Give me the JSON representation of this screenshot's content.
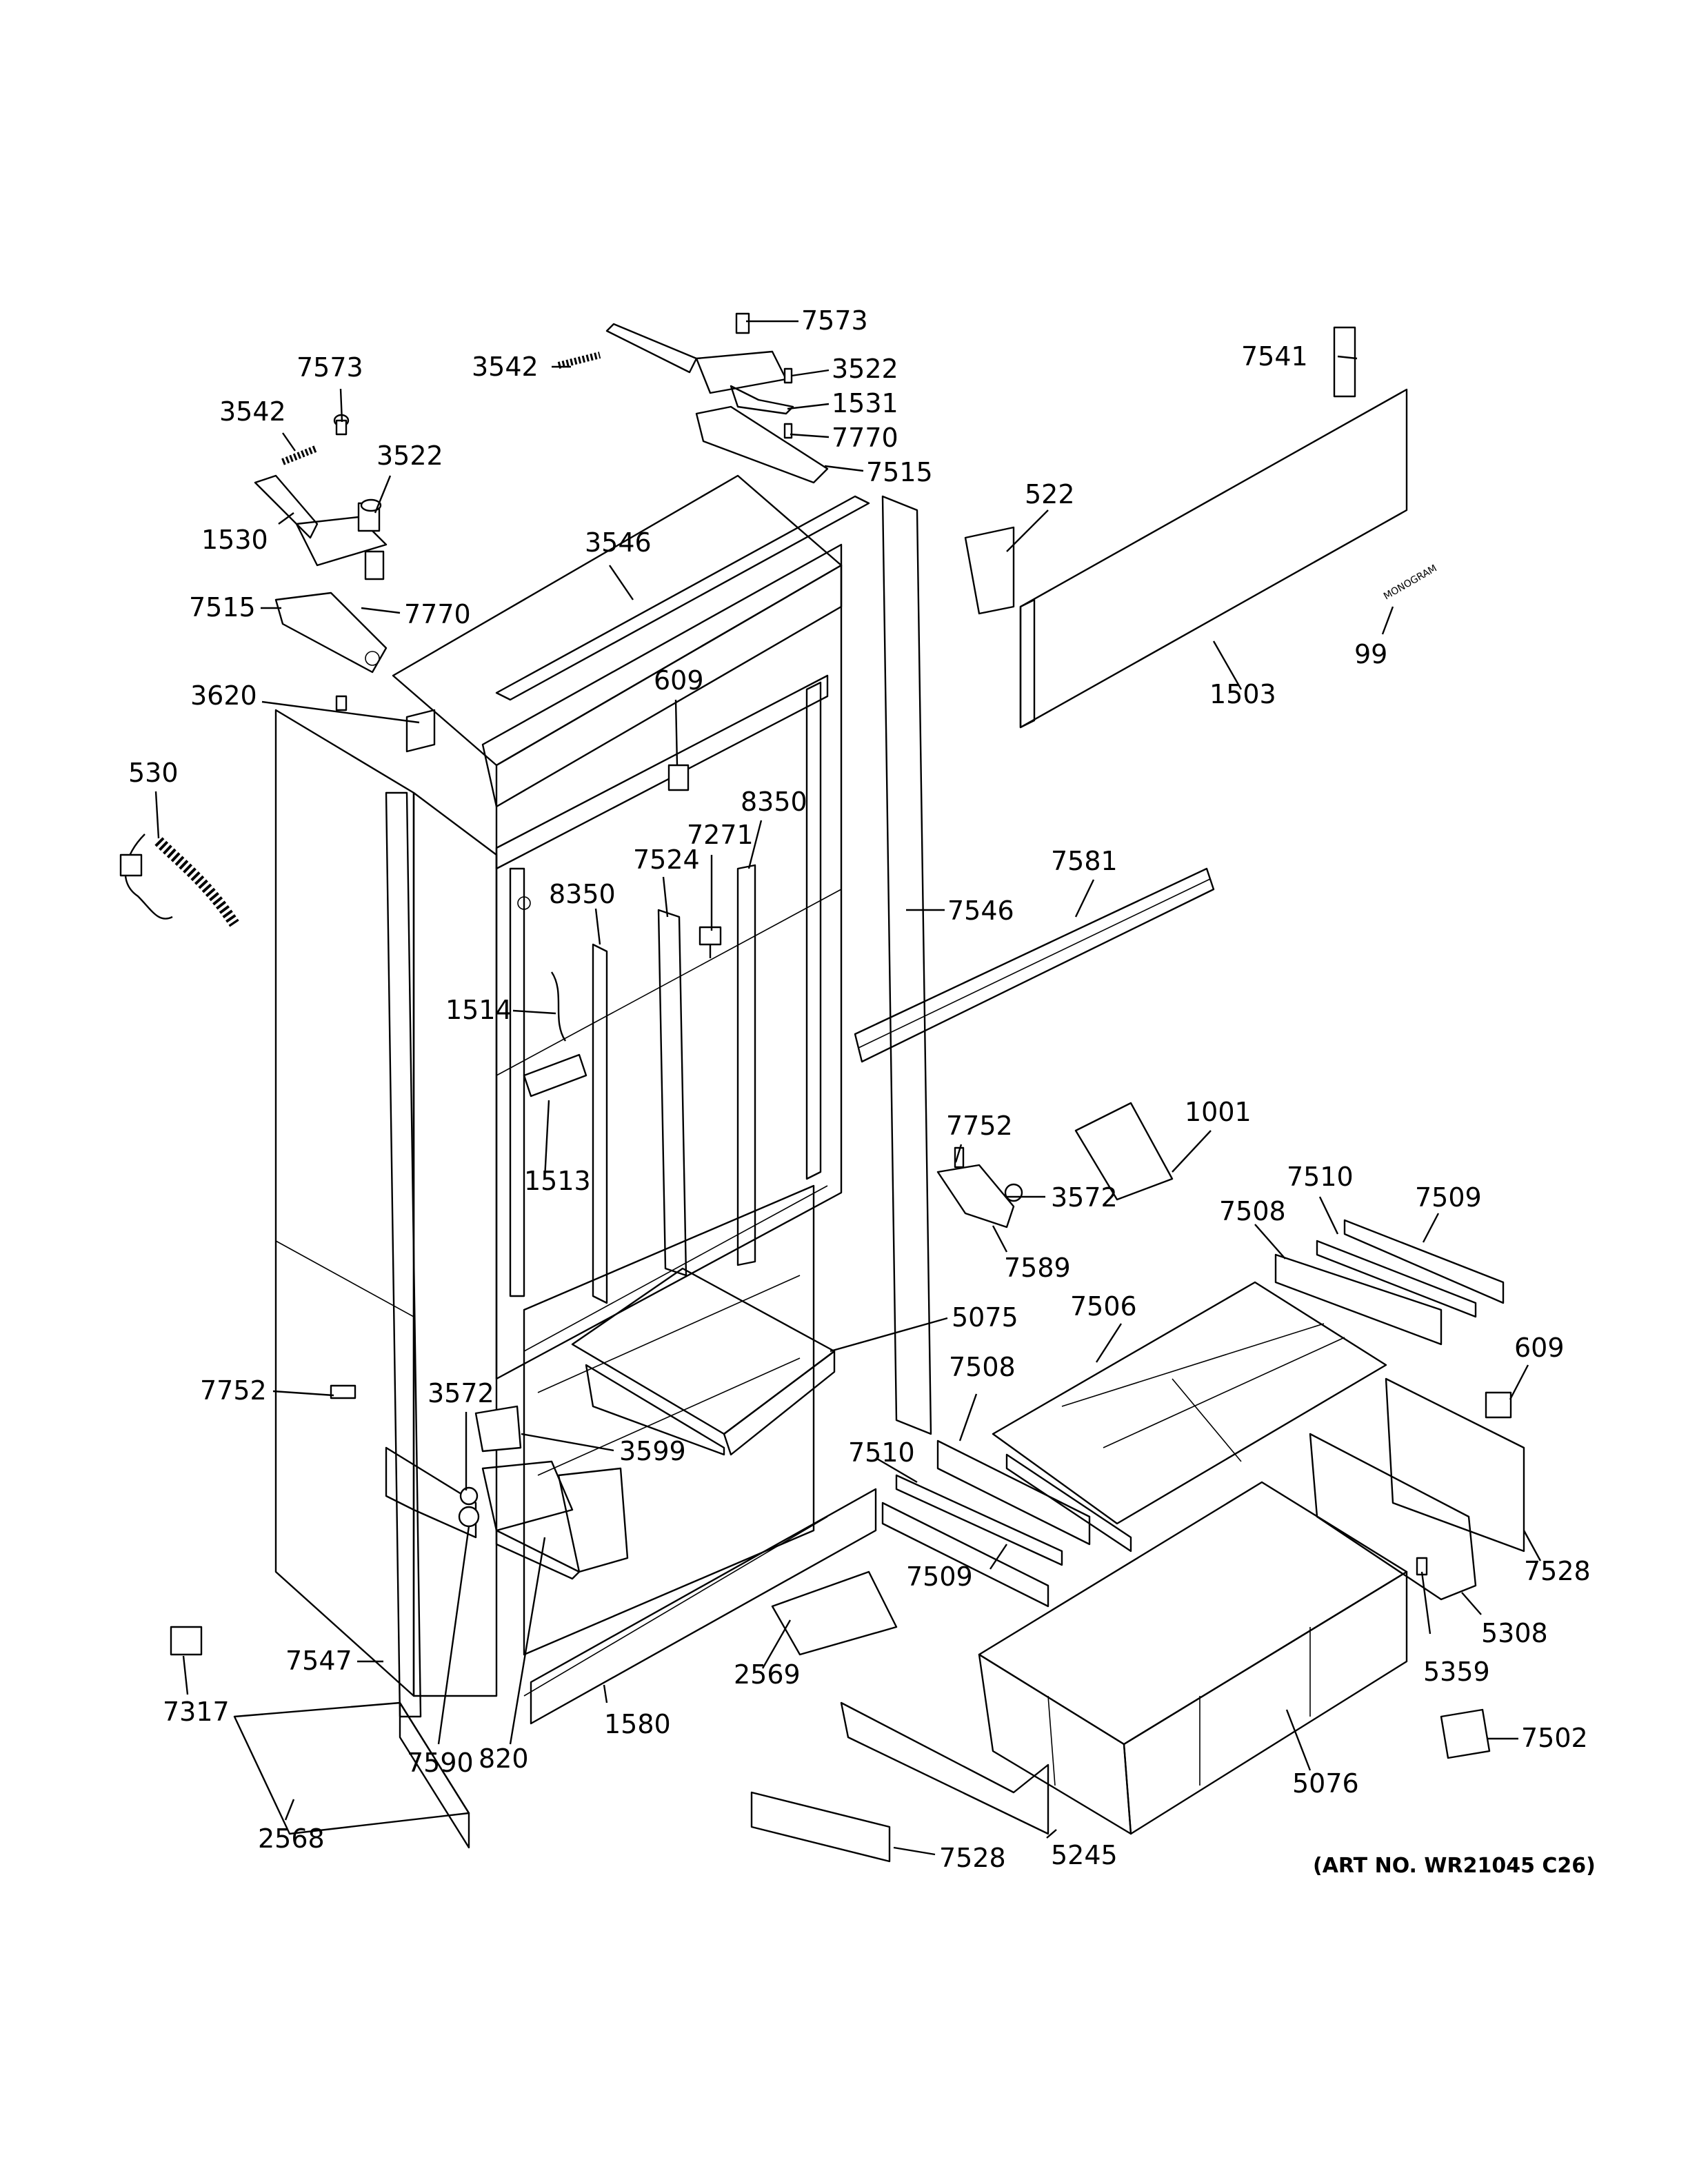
{
  "art_number": "(ART NO. WR21045 C26)",
  "monogram_text": "MONOGRAM",
  "callouts": [
    {
      "id": "7573a",
      "text": "7573"
    },
    {
      "id": "3542a",
      "text": "3542"
    },
    {
      "id": "3522a",
      "text": "3522"
    },
    {
      "id": "1531",
      "text": "1531"
    },
    {
      "id": "7770a",
      "text": "7770"
    },
    {
      "id": "7515a",
      "text": "7515"
    },
    {
      "id": "7541",
      "text": "7541"
    },
    {
      "id": "7573b",
      "text": "7573"
    },
    {
      "id": "3542b",
      "text": "3542"
    },
    {
      "id": "3522b",
      "text": "3522"
    },
    {
      "id": "1530",
      "text": "1530"
    },
    {
      "id": "3546",
      "text": "3546"
    },
    {
      "id": "522",
      "text": "522"
    },
    {
      "id": "7515b",
      "text": "7515"
    },
    {
      "id": "7770b",
      "text": "7770"
    },
    {
      "id": "99",
      "text": "99"
    },
    {
      "id": "1503",
      "text": "1503"
    },
    {
      "id": "3620",
      "text": "3620"
    },
    {
      "id": "609a",
      "text": "609"
    },
    {
      "id": "530",
      "text": "530"
    },
    {
      "id": "8350a",
      "text": "8350"
    },
    {
      "id": "7271",
      "text": "7271"
    },
    {
      "id": "7524",
      "text": "7524"
    },
    {
      "id": "8350b",
      "text": "8350"
    },
    {
      "id": "7581",
      "text": "7581"
    },
    {
      "id": "7546",
      "text": "7546"
    },
    {
      "id": "1514",
      "text": "1514"
    },
    {
      "id": "1001",
      "text": "1001"
    },
    {
      "id": "7752a",
      "text": "7752"
    },
    {
      "id": "1513",
      "text": "1513"
    },
    {
      "id": "3572a",
      "text": "3572"
    },
    {
      "id": "7510a",
      "text": "7510"
    },
    {
      "id": "7508a",
      "text": "7508"
    },
    {
      "id": "7509a",
      "text": "7509"
    },
    {
      "id": "7589",
      "text": "7589"
    },
    {
      "id": "5075",
      "text": "5075"
    },
    {
      "id": "7506",
      "text": "7506"
    },
    {
      "id": "609b",
      "text": "609"
    },
    {
      "id": "7752b",
      "text": "7752"
    },
    {
      "id": "3572b",
      "text": "3572"
    },
    {
      "id": "7508b",
      "text": "7508"
    },
    {
      "id": "3599",
      "text": "3599"
    },
    {
      "id": "7510b",
      "text": "7510"
    },
    {
      "id": "7528a",
      "text": "7528"
    },
    {
      "id": "7509b",
      "text": "7509"
    },
    {
      "id": "5308",
      "text": "5308"
    },
    {
      "id": "2569",
      "text": "2569"
    },
    {
      "id": "7547",
      "text": "7547"
    },
    {
      "id": "5359",
      "text": "5359"
    },
    {
      "id": "7317",
      "text": "7317"
    },
    {
      "id": "1580",
      "text": "1580"
    },
    {
      "id": "7590",
      "text": "7590"
    },
    {
      "id": "820",
      "text": "820"
    },
    {
      "id": "7502",
      "text": "7502"
    },
    {
      "id": "5076",
      "text": "5076"
    },
    {
      "id": "2568",
      "text": "2568"
    },
    {
      "id": "7528b",
      "text": "7528"
    },
    {
      "id": "5245",
      "text": "5245"
    }
  ]
}
